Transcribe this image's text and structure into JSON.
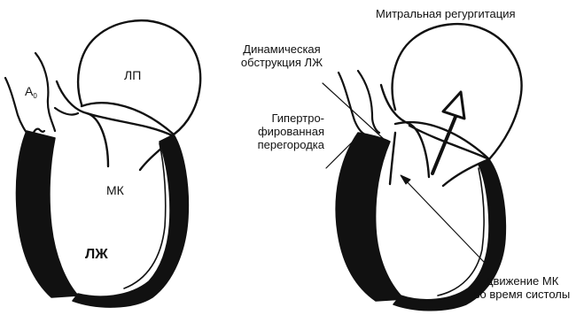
{
  "left_heart": {
    "aorta": {
      "letter": "A",
      "subscript": "0"
    },
    "left_atrium": "ЛП",
    "mitral_valve": "МК",
    "left_ventricle": "ЛЖ"
  },
  "right_heart": {
    "title": "Митральная регургитация",
    "lvot_obstruction": [
      "Динамическая",
      "обструкция ЛЖ"
    ],
    "hypertrophied_septum": [
      "Гипертро-",
      "фированная",
      "перегородка"
    ],
    "systolic_mv_motion": [
      "Движение МК",
      "во время систолы"
    ]
  },
  "colors": {
    "ink": "#111111",
    "background": "#ffffff"
  }
}
